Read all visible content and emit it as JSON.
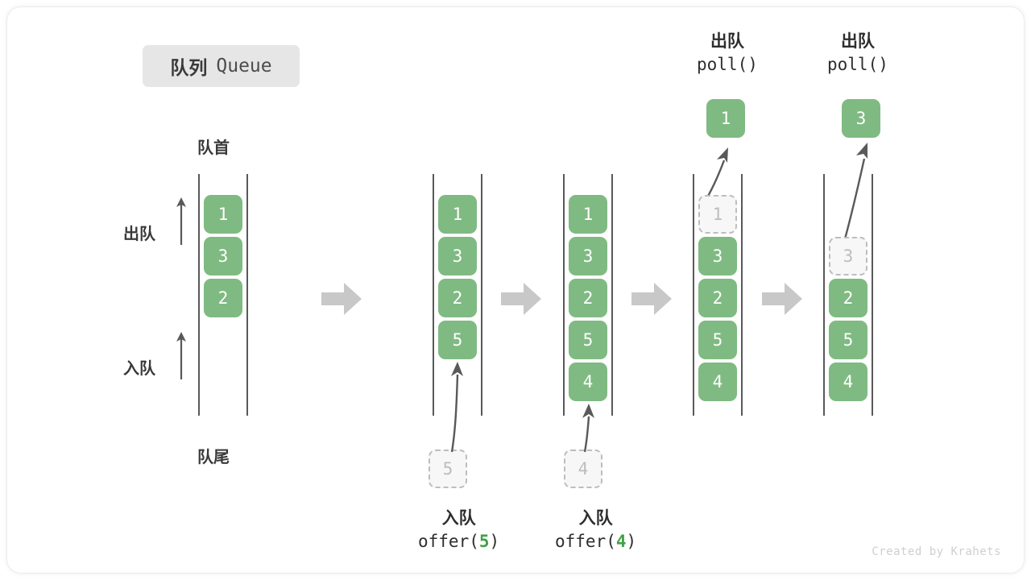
{
  "title": {
    "cn": "队列",
    "en": "Queue"
  },
  "labels": {
    "head": "队首",
    "tail": "队尾",
    "dequeue": "出队",
    "enqueue": "入队"
  },
  "colors": {
    "element": "#7fba82",
    "ghost_fill": "#f7f7f7",
    "ghost_border": "#bdbdbd",
    "rail": "#595959",
    "step_arrow": "#c8c8c8",
    "badge_bg": "#e6e6e6",
    "code_number": "#43a047",
    "text": "#3a3a3a"
  },
  "columns": [
    {
      "name": "initial",
      "items": [
        "1",
        "3",
        "2"
      ],
      "ghost_index": null,
      "incoming": null,
      "outgoing": null,
      "caption": null
    },
    {
      "name": "after-offer-5",
      "items": [
        "1",
        "3",
        "2",
        "5"
      ],
      "ghost_index": null,
      "incoming": "5",
      "outgoing": null,
      "caption": {
        "cn": "入队",
        "fn": "offer(",
        "num": "5",
        "close": ")"
      }
    },
    {
      "name": "after-offer-4",
      "items": [
        "1",
        "3",
        "2",
        "5",
        "4"
      ],
      "ghost_index": null,
      "incoming": "4",
      "outgoing": null,
      "caption": {
        "cn": "入队",
        "fn": "offer(",
        "num": "4",
        "close": ")"
      }
    },
    {
      "name": "poll-1",
      "items": [
        "1",
        "3",
        "2",
        "5",
        "4"
      ],
      "ghost_index": 0,
      "incoming": null,
      "outgoing": "1",
      "caption": {
        "cn": "出队",
        "fn": "poll(",
        "num": "",
        "close": ")"
      }
    },
    {
      "name": "poll-3",
      "items": [
        "",
        "3",
        "2",
        "5",
        "4"
      ],
      "ghost_index": 1,
      "incoming": null,
      "outgoing": "3",
      "caption": {
        "cn": "出队",
        "fn": "poll(",
        "num": "",
        "close": ")"
      }
    }
  ],
  "watermark": "Created by Krahets"
}
